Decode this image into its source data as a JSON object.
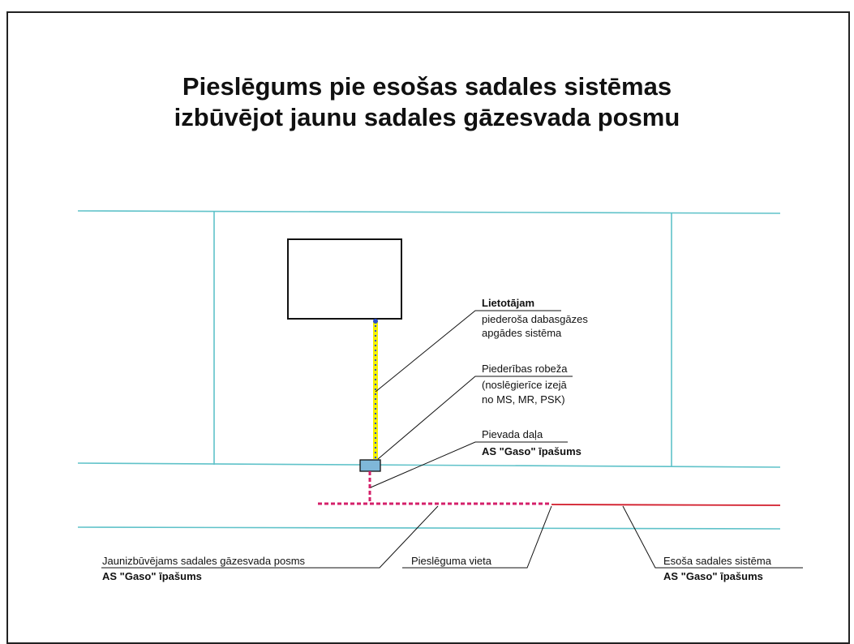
{
  "title": {
    "line1": "Pieslēgums pie esošas sadales sistēmas",
    "line2": "izbūvējot jaunu sadales gāzesvada posmu"
  },
  "labels": {
    "lietotajam": {
      "bold": "Lietotājam",
      "line2": "piederoša dabasgāzes",
      "line3": "apgādes sistēma"
    },
    "piederibas": {
      "line1": "Piederības robeža",
      "line2": "(noslēgierīce izejā",
      "line3": "no MS, MR, PSK)"
    },
    "pievada": {
      "line1": "Pievada daļa",
      "bold": "AS \"Gaso\" īpašums"
    },
    "jaunizbuvejams": {
      "line1": "Jaunizbūvējams sadales gāzesvada posms",
      "bold": "AS \"Gaso\" īpašums"
    },
    "pieslegums": {
      "line1": "Pieslēguma vieta"
    },
    "esosa": {
      "line1": "Esoša sadales sistēma",
      "bold": "AS \"Gaso\" īpašums"
    }
  },
  "colors": {
    "boundary": "#5fc2c9",
    "yellow_pipe": "#f4f000",
    "blue_dots": "#2a4fd0",
    "magenta_pipe": "#d4206a",
    "red_pipe": "#d21b2a",
    "valve_fill": "#7fb7d9"
  }
}
